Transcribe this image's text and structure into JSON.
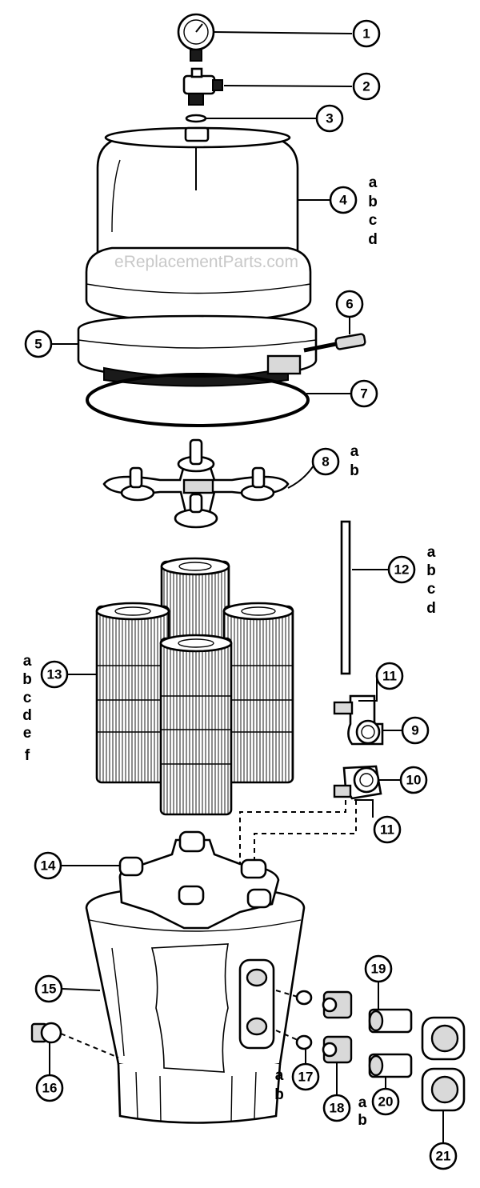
{
  "watermark": "eReplacementParts.com",
  "callouts": {
    "c1": "1",
    "c2": "2",
    "c3": "3",
    "c4": "4",
    "c5": "5",
    "c6": "6",
    "c7": "7",
    "c8": "8",
    "c9": "9",
    "c10": "10",
    "c11a": "11",
    "c11b": "11",
    "c12": "12",
    "c13": "13",
    "c14": "14",
    "c15": "15",
    "c16": "16",
    "c17": "17",
    "c18": "18",
    "c19": "19",
    "c20": "20",
    "c21": "21"
  },
  "variants": {
    "v4": [
      "a",
      "b",
      "c",
      "d"
    ],
    "v8": [
      "a",
      "b"
    ],
    "v12": [
      "a",
      "b",
      "c",
      "d"
    ],
    "v13": [
      "a",
      "b",
      "c",
      "d",
      "e",
      "f"
    ],
    "v15": [
      "a",
      "b"
    ],
    "v18": [
      "a",
      "b"
    ]
  }
}
